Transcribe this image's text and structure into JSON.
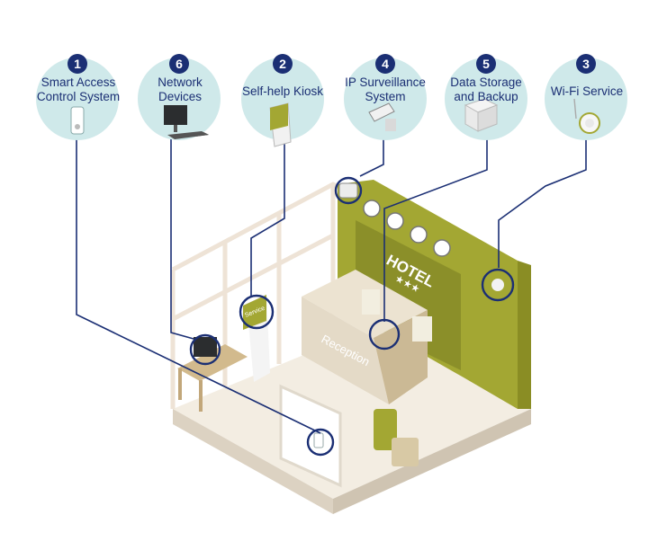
{
  "services": [
    {
      "number": "1",
      "label_line1": "Smart Access",
      "label_line2": "Control System",
      "icon": "access-card-reader-icon"
    },
    {
      "number": "6",
      "label_line1": "Network",
      "label_line2": "Devices",
      "icon": "computer-monitor-icon"
    },
    {
      "number": "2",
      "label_line1": "Self-help Kiosk",
      "label_line2": "",
      "icon": "kiosk-icon"
    },
    {
      "number": "4",
      "label_line1": "IP Surveillance",
      "label_line2": "System",
      "icon": "security-camera-icon"
    },
    {
      "number": "5",
      "label_line1": "Data Storage",
      "label_line2": "and Backup",
      "icon": "server-icon"
    },
    {
      "number": "3",
      "label_line1": "Wi-Fi Service",
      "label_line2": "",
      "icon": "wifi-access-point-icon"
    }
  ],
  "scene": {
    "hotel_sign": "HOTEL",
    "hotel_stars": "★★★",
    "reception_text": "Reception",
    "kiosk_screen_text": "Service"
  },
  "colors": {
    "navy": "#1b2f74",
    "callout_fill": "#cfe9ea",
    "olive_wall": "#a3a733",
    "floor": "#f1ebe0"
  }
}
